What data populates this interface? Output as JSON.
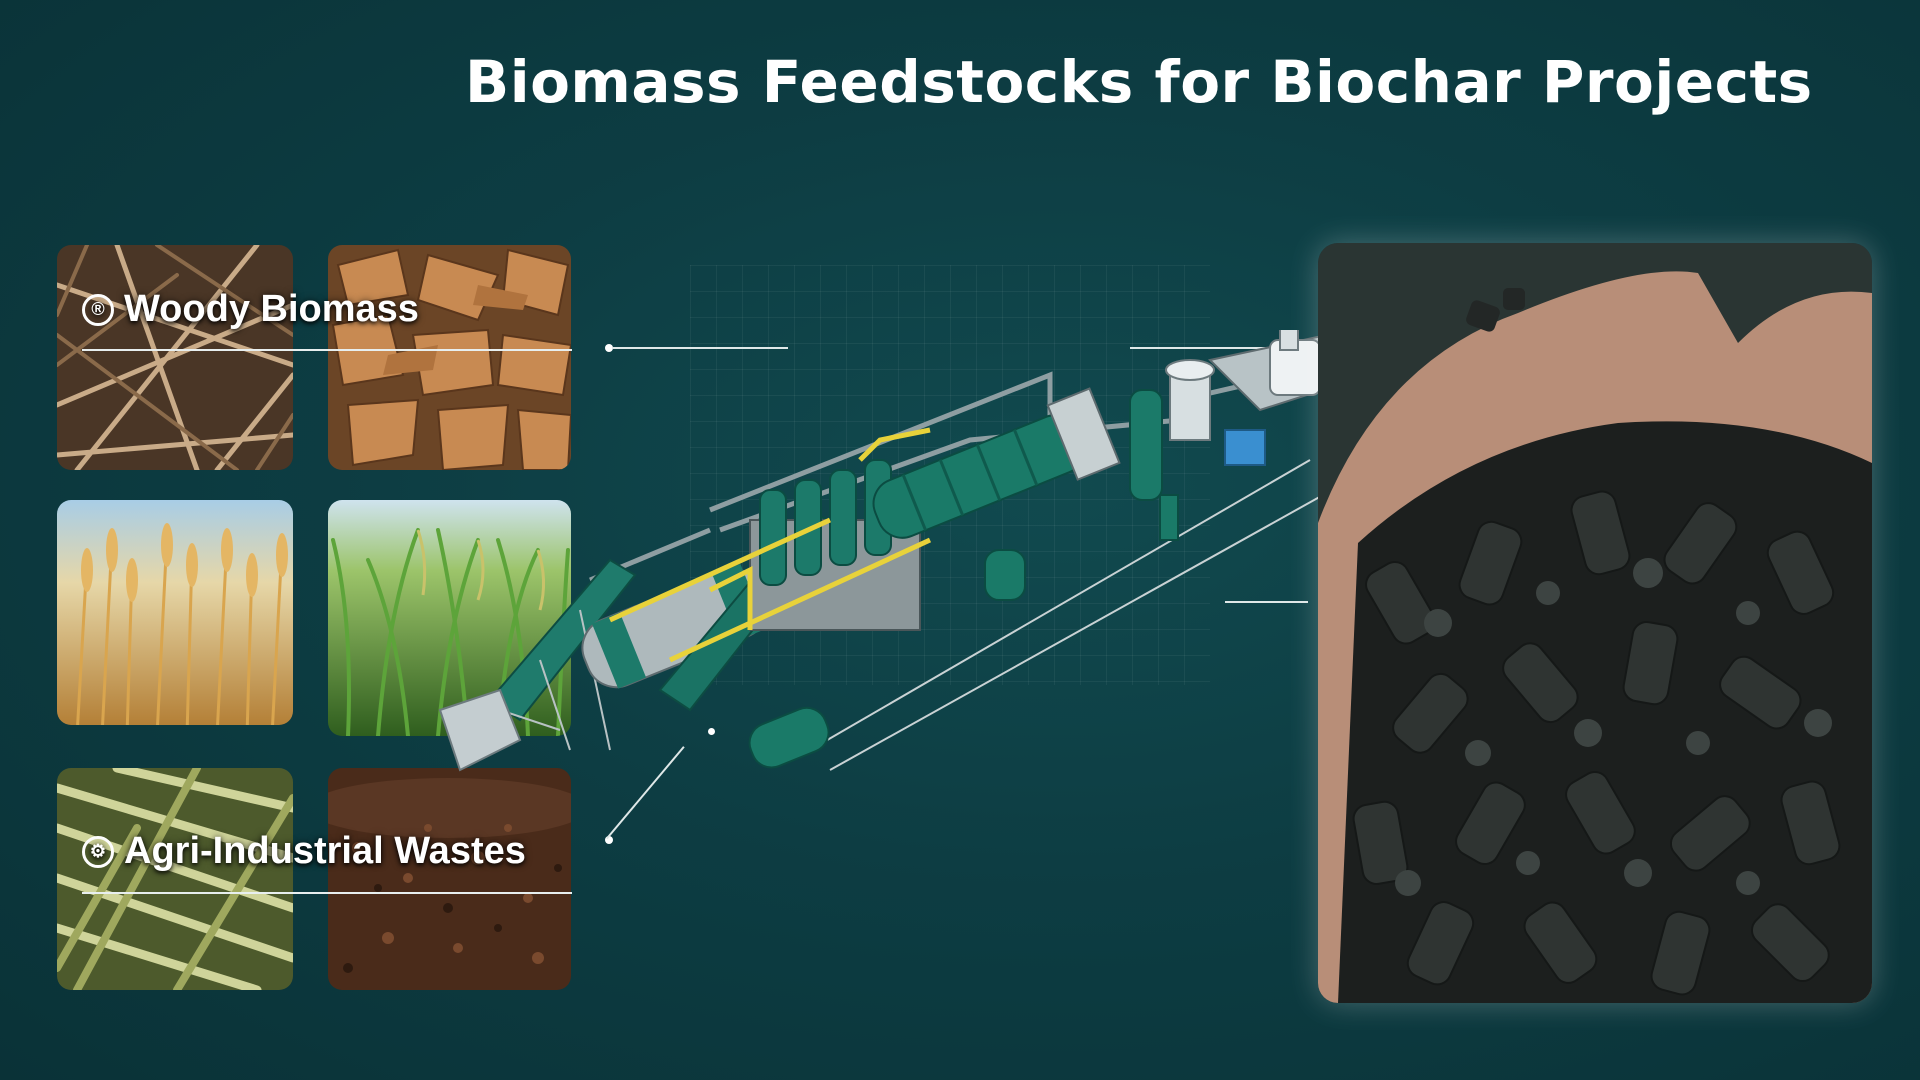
{
  "title": "Biomass Feedstocks for Biochar Projects",
  "categories": [
    {
      "label": "Woody Biomass",
      "icon": "registered-icon"
    },
    {
      "label": "Agri-Industrial Wastes",
      "icon": "gear-icon"
    }
  ],
  "colors": {
    "background": "#0d3d43",
    "plant_green": "#137a6a",
    "pipe_yellow": "#e8d23a",
    "text": "#ffffff"
  }
}
